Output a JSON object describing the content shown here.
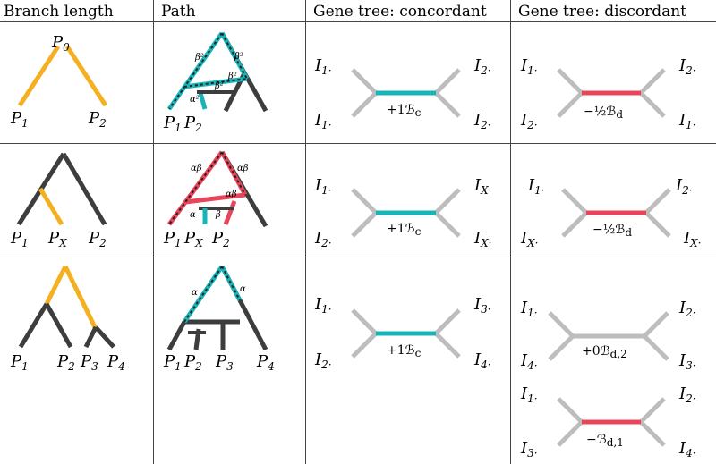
{
  "headers": {
    "branch_length": "Branch length",
    "path": "Path",
    "concordant": "Gene tree: concordant",
    "discordant": "Gene tree: discordant"
  },
  "row1": {
    "bl": {
      "p0": "P",
      "p0_sub": "0",
      "p1": "P",
      "p1_sub": "1",
      "p2": "P",
      "p2_sub": "2"
    },
    "path": {
      "b1": "β²",
      "b2": "β²",
      "b3": "β²",
      "b4": "β²",
      "a": "α²",
      "p1": "P",
      "p1_sub": "1",
      "p2": "P",
      "p2_sub": "2"
    },
    "conc": {
      "l_top": "I",
      "l_top_sub": "1·",
      "l_bot": "I",
      "l_bot_sub": "1·",
      "r_top": "I",
      "r_top_sub": "2·",
      "r_bot": "I",
      "r_bot_sub": "2·",
      "weight": "+1ℬ",
      "weight_sub": "c"
    },
    "disc": {
      "l_top": "I",
      "l_top_sub": "1·",
      "l_bot": "I",
      "l_bot_sub": "2·",
      "r_top": "I",
      "r_top_sub": "2·",
      "r_bot": "I",
      "r_bot_sub": "1·",
      "weight": "−½ℬ",
      "weight_sub": "d"
    }
  },
  "row2": {
    "bl": {
      "p1": "P",
      "p1_sub": "1",
      "px": "P",
      "px_sub": "X",
      "p2": "P",
      "p2_sub": "2"
    },
    "path": {
      "ab1": "αβ",
      "ab2": "αβ",
      "ab3": "αβ",
      "a": "α",
      "b": "β",
      "p1": "P",
      "p1_sub": "1",
      "px": "P",
      "px_sub": "X",
      "p2": "P",
      "p2_sub": "2"
    },
    "conc": {
      "l_top": "I",
      "l_top_sub": "1·",
      "l_bot": "I",
      "l_bot_sub": "2·",
      "r_top": "I",
      "r_top_sub": "X·",
      "r_bot": "I",
      "r_bot_sub": "X·",
      "weight": "+1ℬ",
      "weight_sub": "c"
    },
    "disc": {
      "l_top": "I",
      "l_top_sub": "1·",
      "l_bot": "I",
      "l_bot_sub": "X·",
      "r_top": "I",
      "r_top_sub": "2·",
      "r_bot": "I",
      "r_bot_sub": "X·",
      "weight": "−½ℬ",
      "weight_sub": "d"
    }
  },
  "row3": {
    "bl": {
      "p1": "P",
      "p1_sub": "1",
      "p2": "P",
      "p2_sub": "2",
      "p3": "P",
      "p3_sub": "3",
      "p4": "P",
      "p4_sub": "4"
    },
    "path": {
      "a1": "α",
      "a2": "α",
      "p1": "P",
      "p1_sub": "1",
      "p2": "P",
      "p2_sub": "2",
      "p3": "P",
      "p3_sub": "3",
      "p4": "P",
      "p4_sub": "4"
    },
    "conc": {
      "l_top": "I",
      "l_top_sub": "1·",
      "l_bot": "I",
      "l_bot_sub": "2·",
      "r_top": "I",
      "r_top_sub": "3·",
      "r_bot": "I",
      "r_bot_sub": "4·",
      "weight": "+1ℬ",
      "weight_sub": "c"
    },
    "disc1": {
      "l_top": "I",
      "l_top_sub": "1·",
      "l_bot": "I",
      "l_bot_sub": "4·",
      "r_top": "I",
      "r_top_sub": "2·",
      "r_bot": "I",
      "r_bot_sub": "3·",
      "weight": "+0ℬ",
      "weight_sub": "d,2"
    },
    "disc2": {
      "l_top": "I",
      "l_top_sub": "1·",
      "l_bot": "I",
      "l_bot_sub": "3·",
      "r_top": "I",
      "r_top_sub": "2·",
      "r_bot": "I",
      "r_bot_sub": "4·",
      "weight": "−ℬ",
      "weight_sub": "d,1"
    }
  },
  "colors": {
    "orange": "#f5b021",
    "dark": "#3d3d3d",
    "teal": "#17b5b8",
    "red": "#e8455b",
    "grey": "#bdbdbd",
    "grid": "#444444"
  }
}
